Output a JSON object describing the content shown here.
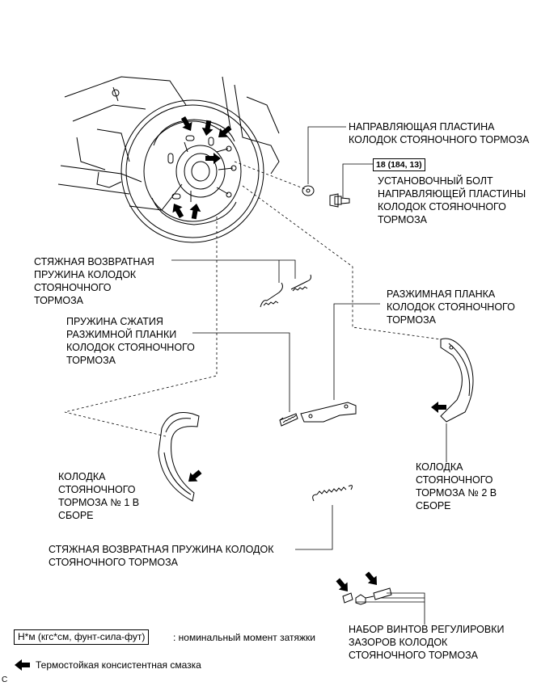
{
  "labels": {
    "guide_plate": "НАПРАВЛЯЮЩАЯ ПЛАСТИНА\nКОЛОДОК СТОЯНОЧНОГО ТОРМОЗА",
    "guide_bolt": "УСТАНОВОЧНЫЙ БОЛТ\nНАПРАВЛЯЮЩЕЙ ПЛАСТИНЫ\nКОЛОДОК СТОЯНОЧНОГО\nТОРМОЗА",
    "return_spring_top": "СТЯЖНАЯ ВОЗВРАТНАЯ\nПРУЖИНА КОЛОДОК\nСТОЯНОЧНОГО\nТОРМОЗА",
    "strut": "РАЗЖИМНАЯ ПЛАНКА\nКОЛОДОК СТОЯНОЧНОГО\nТОРМОЗА",
    "strut_spring": "ПРУЖИНА СЖАТИЯ\nРАЗЖИМНОЙ ПЛАНКИ\nКОЛОДОК СТОЯНОЧНОГО\nТОРМОЗА",
    "shoe_1": "КОЛОДКА\nСТОЯНОЧНОГО\nТОРМОЗА № 1 В\nСБОРЕ",
    "shoe_2": "КОЛОДКА\nСТОЯНОЧНОГО\nТОРМОЗА № 2 В\nСБОРЕ",
    "return_spring_bottom": "СТЯЖНАЯ ВОЗВРАТНАЯ ПРУЖИНА КОЛОДОК\nСТОЯНОЧНОГО ТОРМОЗА",
    "adjuster": "НАБОР ВИНТОВ РЕГУЛИРОВКИ\nЗАЗОРОВ КОЛОДОК\nСТОЯНОЧНОГО ТОРМОЗА"
  },
  "torque": "18 (184, 13)",
  "legend": {
    "torque_unit": "Н*м (кгс*см, фунт-сила-фут)",
    "torque_text": ": номинальный момент затяжки",
    "grease_text": "Термостойкая консистентная смазка"
  },
  "corner_mark": "C",
  "icons": {
    "grease_arrow": "filled-arrow-icon"
  }
}
